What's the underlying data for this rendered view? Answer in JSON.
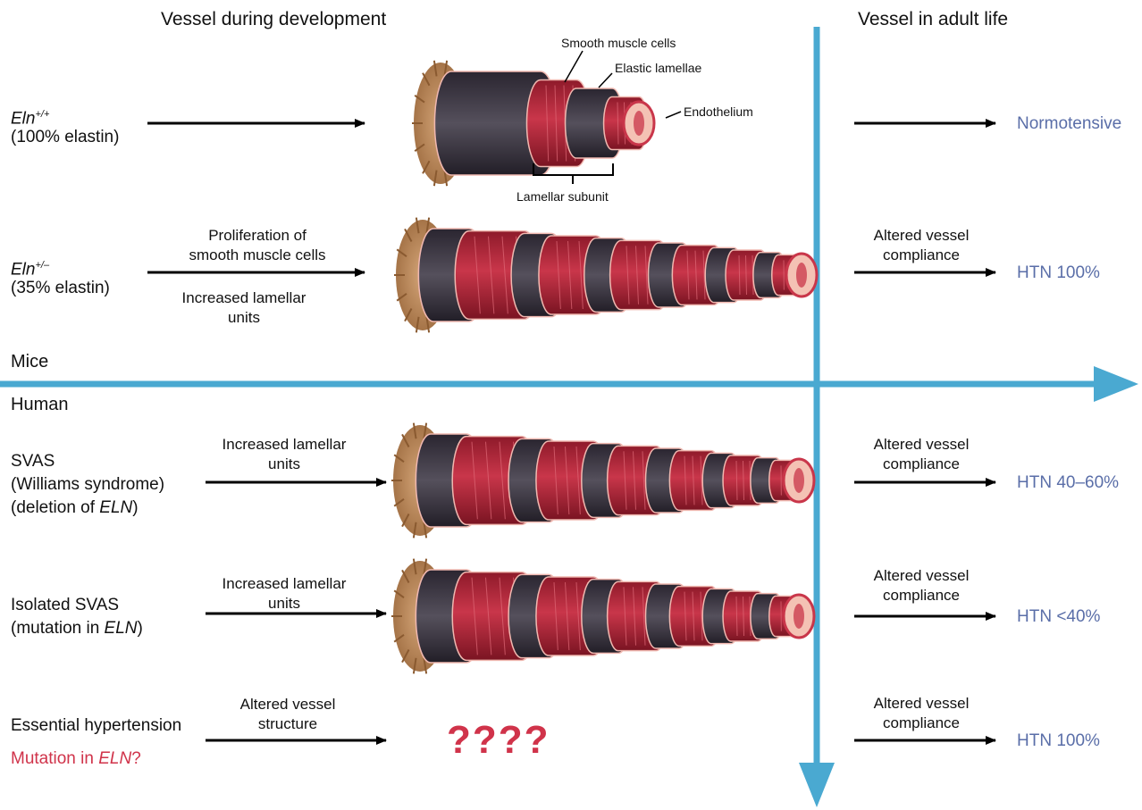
{
  "headers": {
    "development": "Vessel during development",
    "adult": "Vessel in adult life"
  },
  "sections": {
    "mice": "Mice",
    "human": "Human"
  },
  "vessel_labels": {
    "smooth_muscle": "Smooth muscle cells",
    "elastic_lamellae": "Elastic lamellae",
    "endothelium": "Endothelium",
    "lamellar_subunit": "Lamellar subunit"
  },
  "rows": [
    {
      "id": "wt",
      "genotype_prefix": "Eln",
      "genotype_sup": "+/+",
      "genotype_sub": "(100% elastin)",
      "dev_above": "",
      "dev_below": "",
      "adult_note": "",
      "outcome": "Normotensive"
    },
    {
      "id": "het",
      "genotype_prefix": "Eln",
      "genotype_sup": "+/–",
      "genotype_sub": "(35% elastin)",
      "dev_above_1": "Proliferation of",
      "dev_above_2": "smooth muscle cells",
      "dev_below_1": "Increased lamellar",
      "dev_below_2": "units",
      "adult_note_1": "Altered vessel",
      "adult_note_2": "compliance",
      "outcome": "HTN 100%"
    },
    {
      "id": "svas",
      "line1": "SVAS",
      "line2": "(Williams syndrome)",
      "line3_pre": "(deletion of ",
      "line3_it": "ELN",
      "line3_post": ")",
      "dev_above_1": "Increased lamellar",
      "dev_above_2": "units",
      "adult_note_1": "Altered vessel",
      "adult_note_2": "compliance",
      "outcome": "HTN 40–60%"
    },
    {
      "id": "isolated",
      "line1": "Isolated SVAS",
      "line2_pre": "(mutation in ",
      "line2_it": "ELN",
      "line2_post": ")",
      "dev_above_1": "Increased lamellar",
      "dev_above_2": "units",
      "adult_note_1": "Altered vessel",
      "adult_note_2": "compliance",
      "outcome": "HTN <40%"
    },
    {
      "id": "essential",
      "line1": "Essential hypertension",
      "line2_pre": "Mutation in ",
      "line2_it": "ELN",
      "line2_post": "?",
      "dev_above_1": "Altered vessel",
      "dev_above_2": "structure",
      "unknown": "????",
      "adult_note_1": "Altered vessel",
      "adult_note_2": "compliance",
      "outcome": "HTN 100%"
    }
  ],
  "colors": {
    "axis": "#4aa9d1",
    "outcome": "#5a6ea8",
    "highlight": "#d0334a",
    "muscle": "#b8283a",
    "lamella": "#3b3540",
    "adventitia": "#b98556"
  }
}
